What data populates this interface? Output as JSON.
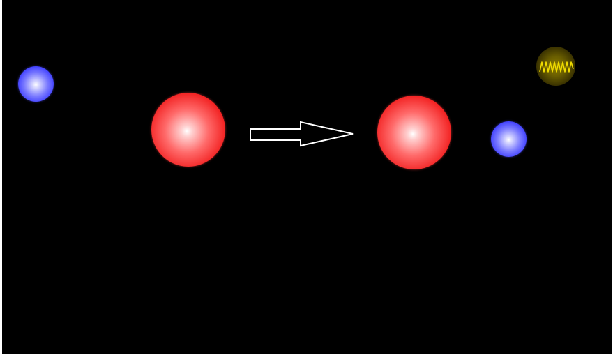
{
  "diagram": {
    "background_color": "#000000",
    "arrow_color": "#ffffff",
    "photon_color": "#e8d000",
    "initial_state": {
      "particles": [
        {
          "kind": "electron",
          "color": "#4a4aff"
        },
        {
          "kind": "nucleus",
          "color": "#f02828"
        }
      ]
    },
    "final_state": {
      "particles": [
        {
          "kind": "nucleus",
          "color": "#f02828"
        },
        {
          "kind": "electron",
          "color": "#4a4aff"
        },
        {
          "kind": "photon",
          "color": "#e8d000",
          "icon": "wavy-line-icon"
        }
      ]
    }
  }
}
